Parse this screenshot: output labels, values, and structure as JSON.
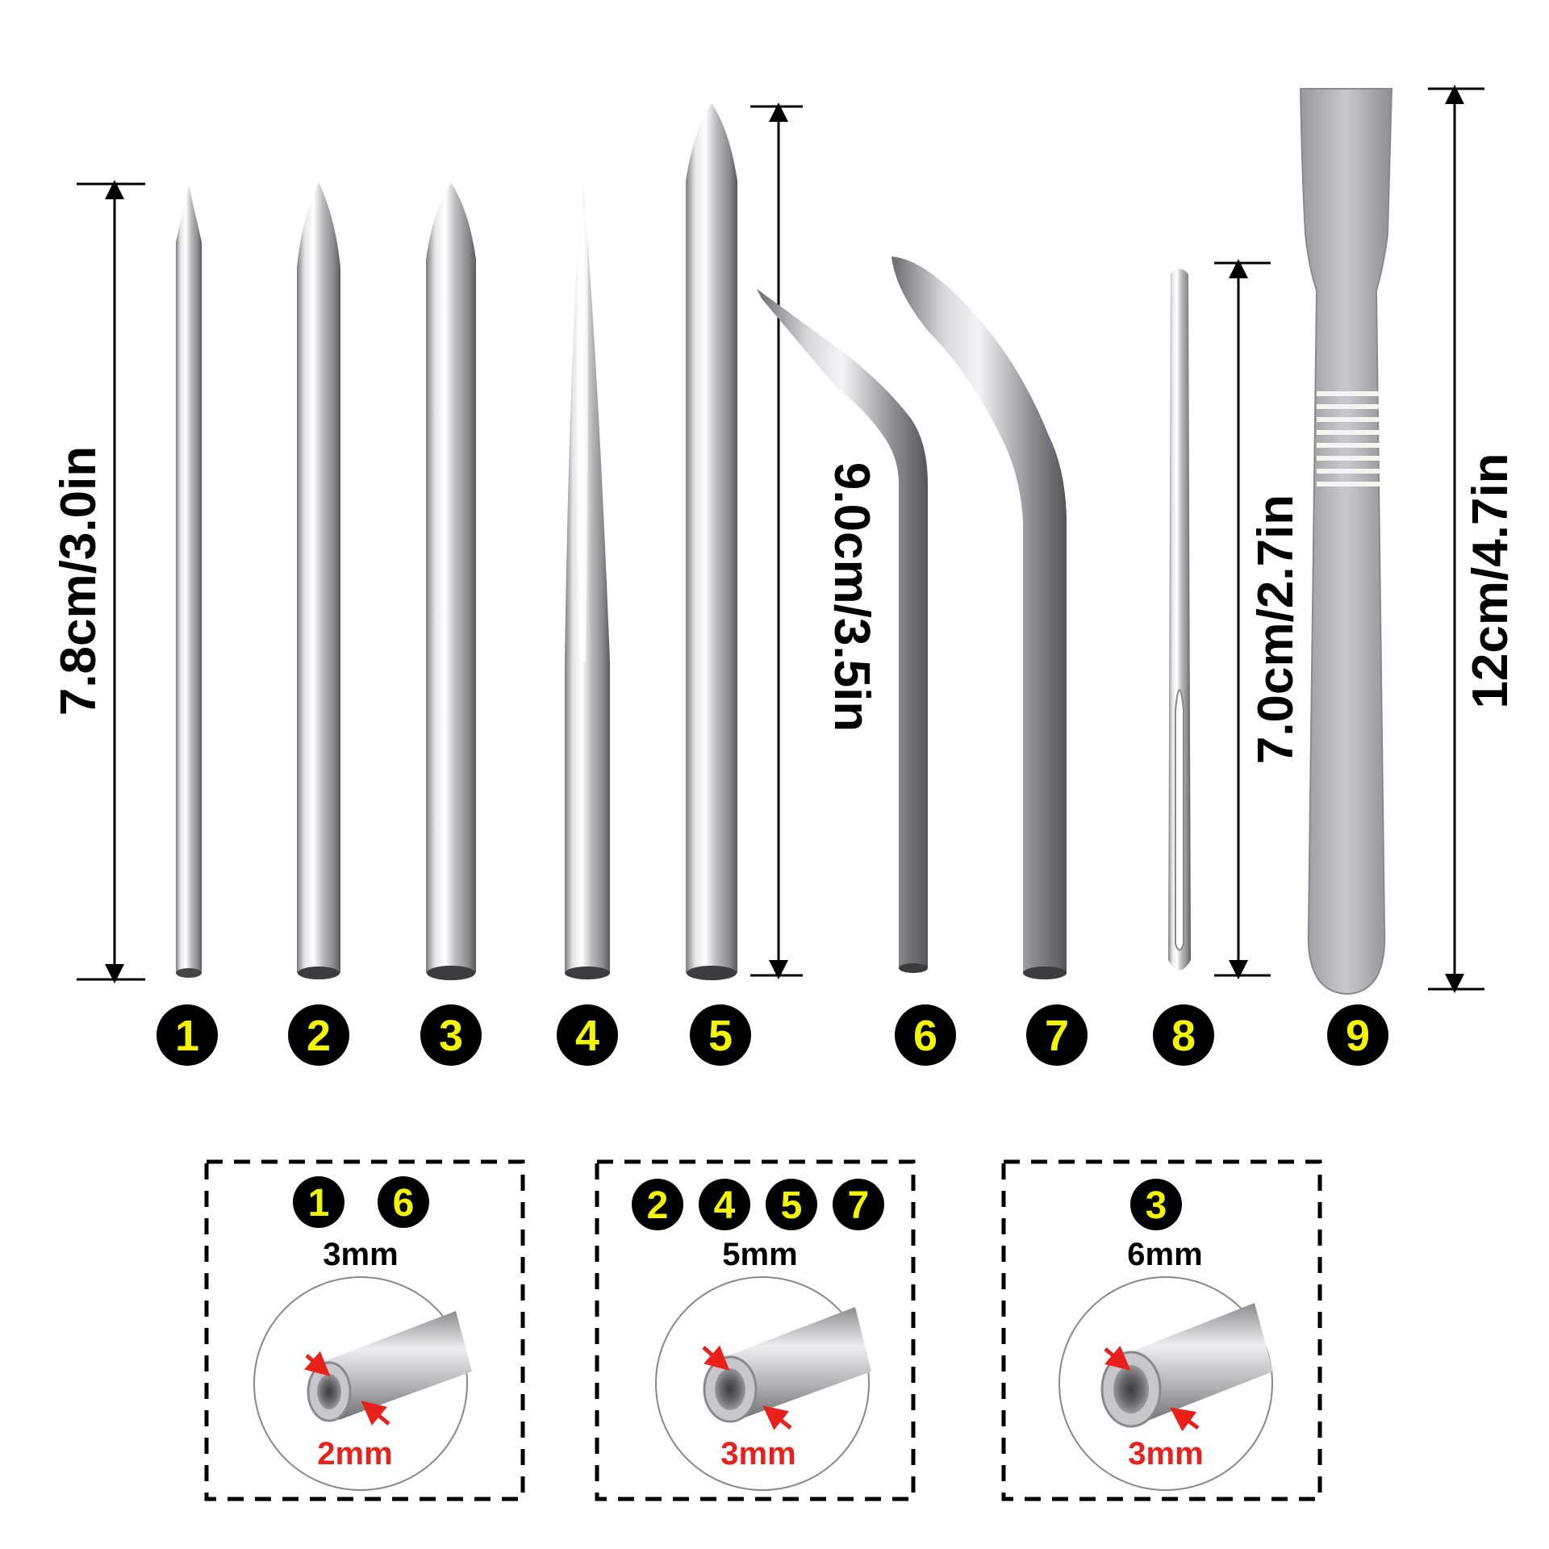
{
  "dimensions": {
    "set_small": "7.8cm/3.0in",
    "set_large": "9.0cm/3.5in",
    "needle_eye": "7.0cm/2.7in",
    "spatula": "12cm/4.7in"
  },
  "tool_numbers": [
    "1",
    "2",
    "3",
    "4",
    "5",
    "6",
    "7",
    "8",
    "9"
  ],
  "groups": [
    {
      "numbers": [
        "1",
        "6"
      ],
      "outer": "3mm",
      "inner": "2mm"
    },
    {
      "numbers": [
        "2",
        "4",
        "5",
        "7"
      ],
      "outer": "5mm",
      "inner": "3mm"
    },
    {
      "numbers": [
        "3"
      ],
      "outer": "6mm",
      "inner": "3mm"
    }
  ],
  "colors": {
    "badge_fill": "#000000",
    "badge_text": "#f2f500",
    "inner_label": "#e8211d",
    "arrow": "#e8211d"
  }
}
